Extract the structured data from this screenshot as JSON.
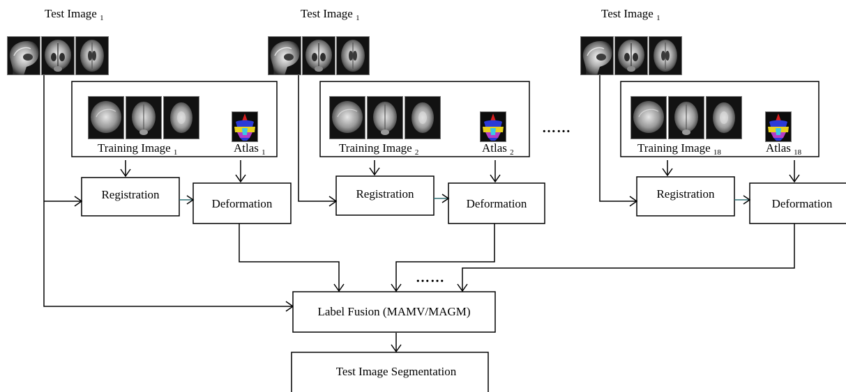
{
  "columns": [
    {
      "test_image_label": "Test Image",
      "test_image_sub": "1",
      "training_label": "Training Image",
      "training_sub": "1",
      "atlas_label": "Atlas",
      "atlas_sub": "1",
      "registration_label": "Registration",
      "deformation_label": "Deformation"
    },
    {
      "test_image_label": "Test Image",
      "test_image_sub": "1",
      "training_label": "Training Image",
      "training_sub": "2",
      "atlas_label": "Atlas",
      "atlas_sub": "2",
      "registration_label": "Registration",
      "deformation_label": "Deformation"
    },
    {
      "test_image_label": "Test Image",
      "test_image_sub": "1",
      "training_label": "Training Image",
      "training_sub": "18",
      "atlas_label": "Atlas",
      "atlas_sub": "18",
      "registration_label": "Registration",
      "deformation_label": "Deformation"
    }
  ],
  "ellipsis_columns": "……",
  "ellipsis_fusion": "……",
  "fusion_label": "Label Fusion (MAMV/MAGM)",
  "segmentation_label": "Test Image Segmentation",
  "colors": {
    "stroke": "#000000",
    "scan_background": "#121212",
    "connector_teal": "#2e6e73",
    "atlas_red": "#d81e1e",
    "atlas_blue": "#2a3ad8",
    "atlas_yellow": "#e8d21e",
    "atlas_magenta": "#b43cc8",
    "atlas_cyan": "#3cc8e6"
  }
}
